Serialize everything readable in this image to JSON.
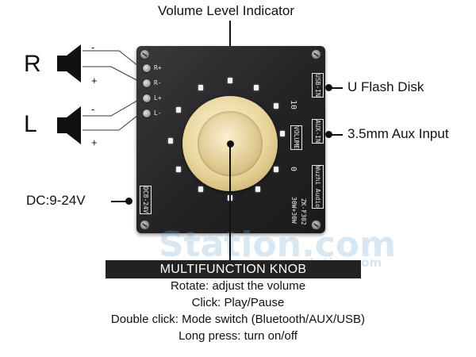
{
  "callouts": {
    "volume_indicator": "Volume Level Indicator",
    "u_flash_disk": "U Flash Disk",
    "aux_input": "3.5mm Aux Input",
    "dc_power": "DC:9-24V"
  },
  "speakers": {
    "right": {
      "letter": "R",
      "minus": "-",
      "plus": "+"
    },
    "left": {
      "letter": "L",
      "minus": "-",
      "plus": "+"
    }
  },
  "board": {
    "usb_label": "USB-IN",
    "aux_label": "AUX-IN",
    "volume_label": "VOLUME",
    "brand": "Wuzhi Audio",
    "model_power": "30W+30W",
    "model": "ZK-F302",
    "dc_label": "DC8-24V",
    "scale_max": "10",
    "scale_min": "0",
    "terminal_labels": [
      "R+",
      "R-",
      "L+",
      "L-"
    ]
  },
  "watermark": {
    "main": "Station.com",
    "sub": "tation.com"
  },
  "banner": "MULTIFUNCTION KNOB",
  "functions": [
    "Rotate: adjust the volume",
    "Click: Play/Pause",
    "Double click: Mode switch (Bluetooth/AUX/USB)",
    "Long press: turn on/off"
  ],
  "colors": {
    "board": "#232325",
    "knob": "#e8d59c",
    "banner": "#222222",
    "text": "#111111"
  }
}
